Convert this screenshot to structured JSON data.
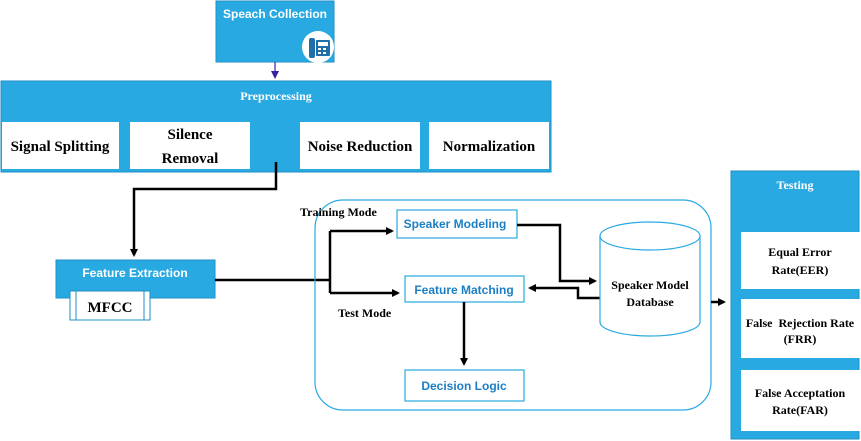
{
  "speech_collection": {
    "label": "Speach Collection",
    "icon": "telephone-icon"
  },
  "preprocessing": {
    "title": "Preprocessing",
    "steps": [
      {
        "label": "Signal Splitting"
      },
      {
        "lines": [
          "Silence",
          "Removal"
        ]
      },
      {
        "label": "Noise Reduction"
      },
      {
        "label": "Normalization"
      }
    ]
  },
  "feature_extraction": {
    "title": "Feature Extraction",
    "mfcc": "MFCC"
  },
  "modes": {
    "training": "Training Mode",
    "test": "Test Mode"
  },
  "speaker_modeling": "Speaker Modeling",
  "feature_matching": "Feature Matching",
  "decision_logic": "Decision Logic",
  "database": {
    "lines": [
      "Speaker Model",
      "Database"
    ]
  },
  "testing": {
    "title": "Testing",
    "metrics": [
      {
        "lines": [
          "Equal Error",
          "Rate(EER)"
        ]
      },
      {
        "lines": [
          "False  Rejection Rate",
          "(FRR)"
        ]
      },
      {
        "lines": [
          "False Acceptation",
          "Rate(FAR)"
        ]
      }
    ]
  },
  "colors": {
    "accent": "#29a9e1",
    "border": "#1f8fc7",
    "text": "#000000",
    "white": "#ffffff",
    "purple_arrow": "#3b1fa3"
  }
}
